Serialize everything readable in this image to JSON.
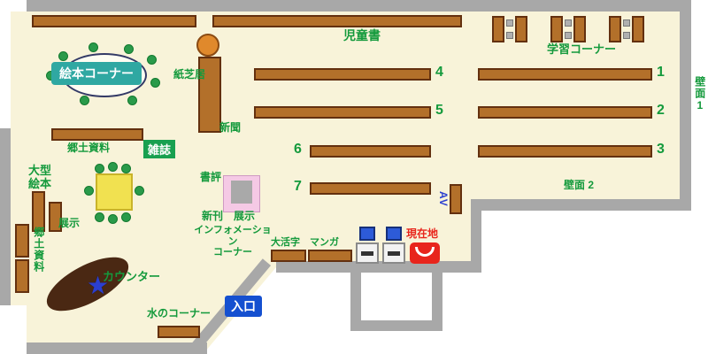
{
  "colors": {
    "floor": "#f8f3d9",
    "wall": "#a8a8a8",
    "shelf": "#b3702a",
    "label_green": "#149a3c",
    "ehon_teal": "#2fa8a2",
    "zasshi_green": "#18a050",
    "entrance_blue": "#1550d0",
    "current_red": "#e8251c",
    "counter_brown": "#4a2813",
    "table_yellow": "#f1e150",
    "display_pink": "#f5c9e5"
  },
  "labels": {
    "jidosho": "児童書",
    "gakushu_corner": "学習コーナー",
    "hekimen1": "壁面1",
    "hekimen2": "壁面 2",
    "ehon_corner": "絵本コーナー",
    "kamishibai": "紙芝居",
    "shinbun": "新聞",
    "kyodo_top": "郷土資料",
    "zasshi": "雑誌",
    "ogata_ehon": "大型絵本",
    "tenji_left": "展示",
    "kyodo_left": "郷土資料",
    "shohyo": "書評",
    "shinkan": "新刊",
    "tenji_center": "展示",
    "information": "インフォメーション\nコーナー",
    "daikatsuji": "大活字",
    "manga": "マンガ",
    "genzaichi": "現在地",
    "av": "AV",
    "counter": "カウンター",
    "mizu_corner": "水のコーナー",
    "iriguchi": "入口"
  },
  "shelf_numbers": {
    "n1": "1",
    "n2": "2",
    "n3": "3",
    "n4": "4",
    "n5": "5",
    "n6": "6",
    "n7": "7"
  },
  "icons": {
    "star": "★"
  }
}
